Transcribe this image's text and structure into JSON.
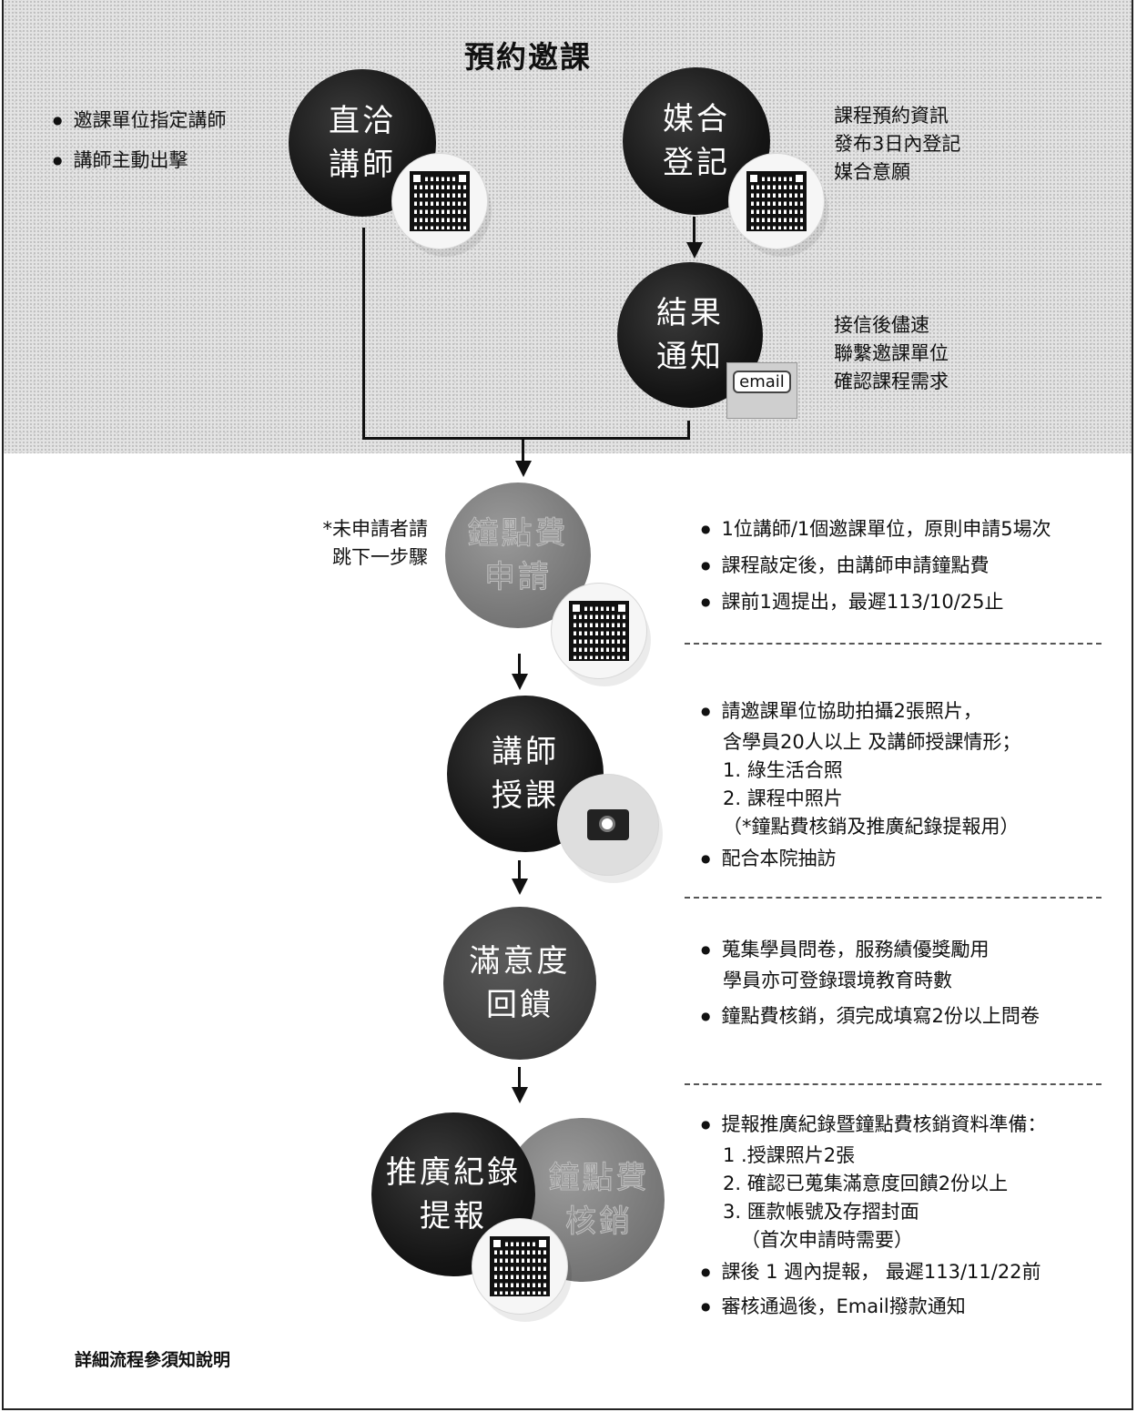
{
  "title": "預約邀課",
  "left_bullets": [
    "邀課單位指定講師",
    "講師主動出擊"
  ],
  "nodes": {
    "direct": [
      "直洽",
      "講師"
    ],
    "match": [
      "媒合",
      "登記"
    ],
    "result": [
      "結果",
      "通知"
    ],
    "fee_apply": [
      "鐘點費",
      "申請"
    ],
    "teach": [
      "講師",
      "授課"
    ],
    "feedback": [
      "滿意度",
      "回饋"
    ],
    "report": [
      "推廣紀錄",
      "提報"
    ],
    "fee_verify": [
      "鐘點費",
      "核銷"
    ]
  },
  "email_label": "email",
  "match_note": [
    "課程預約資訊",
    "發布3日內登記",
    "媒合意願"
  ],
  "result_note": [
    "接信後儘速",
    "聯繫邀課單位",
    "確認課程需求"
  ],
  "skip_note": [
    "*未申請者請",
    "跳下一步驟"
  ],
  "fee_apply_notes": [
    "1位講師/1個邀課單位，原則申請5場次",
    "課程敲定後，由講師申請鐘點費",
    "課前1週提出，最遲113/10/25止"
  ],
  "teach_notes": {
    "lead": "請邀課單位協助拍攝2張照片，",
    "sub": [
      "含學員20人以上 及講師授課情形；",
      "1. 綠生活合照",
      "2. 課程中照片",
      "（*鐘點費核銷及推廣紀錄提報用）"
    ],
    "last": "配合本院抽訪"
  },
  "feedback_notes": {
    "lead": "蒐集學員問卷，服務績優獎勵用",
    "sub": "學員亦可登錄環境教育時數",
    "last": "鐘點費核銷，須完成填寫2份以上問卷"
  },
  "report_notes": {
    "lead": "提報推廣紀錄暨鐘點費核銷資料準備：",
    "sub": [
      "1 .授課照片2張",
      "2. 確認已蒐集滿意度回饋2份以上",
      "3. 匯款帳號及存摺封面",
      "（首次申請時需要）"
    ],
    "b2": "課後 1 週內提報， 最遲113/11/22前",
    "b3": "審核通過後，Email撥款通知"
  },
  "footer": "詳細流程參須知說明"
}
